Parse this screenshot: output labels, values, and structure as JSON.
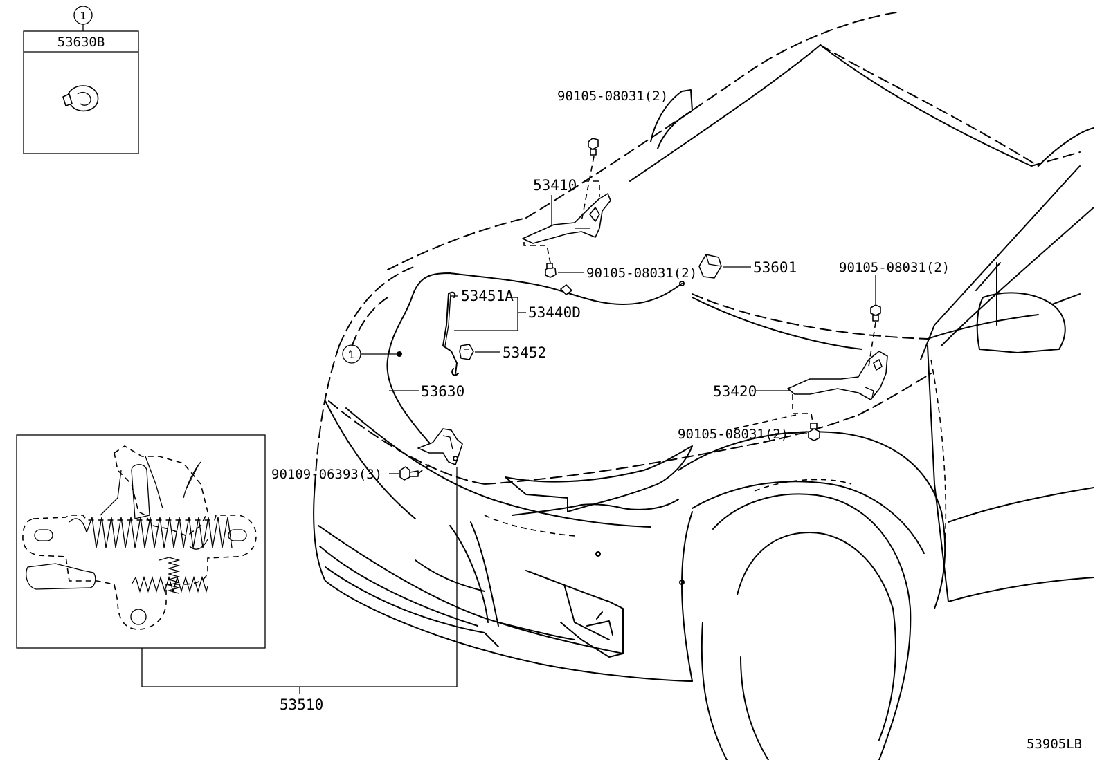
{
  "inset_box": {
    "ref_number": "1",
    "part_number": "53630B"
  },
  "callouts": {
    "bolt_53410_top": "90105-08031(2)",
    "hinge_left": "53410",
    "bolt_53410_bottom": "90105-08031(2)",
    "bumper_53601": "53601",
    "bolt_53420_top": "90105-08031(2)",
    "rod_53451a": "53451A",
    "rod_set_53440d": "53440D",
    "holder_53452": "53452",
    "clamp_ref": "1",
    "cable_53630": "53630",
    "hinge_right": "53420",
    "bolt_53420_bottom": "90105-08031(2)",
    "bolt_latch": "90109-06393(3)",
    "latch_53510": "53510"
  },
  "diagram_id": "53905LB"
}
